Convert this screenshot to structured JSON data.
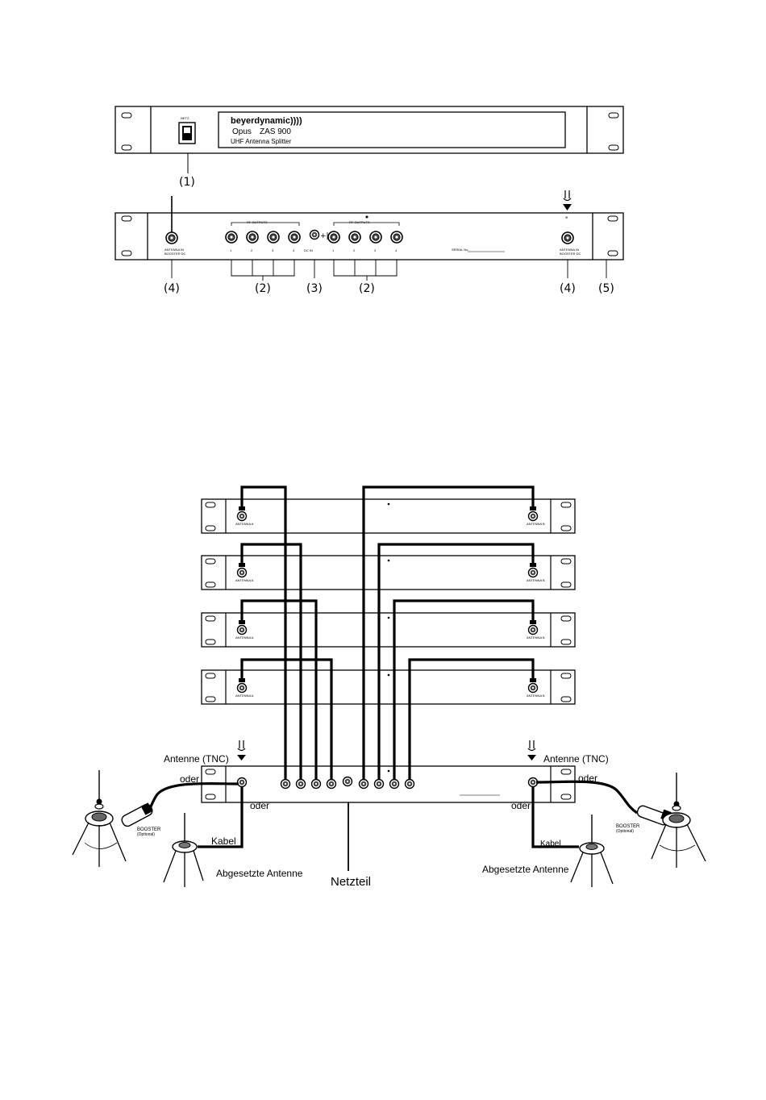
{
  "front_panel": {
    "power_label": "NETZ",
    "brand": "beyerdynamic))))",
    "model_prefix": "Opus",
    "model": "ZAS 900",
    "description": "UHF Antenna Splitter",
    "callout": "(1)"
  },
  "rear_panel": {
    "callouts": [
      "(4)",
      "(2)",
      "(3)",
      "(2)",
      "(4)",
      "(5)"
    ],
    "antenna_input_label": "ANTENNA IN",
    "antenna_input_sub": "BOOSTER DC",
    "output_group_label": "RF OUTPUTS",
    "output_numbers": [
      "1",
      "2",
      "3",
      "4"
    ],
    "power_label": "DC IN",
    "serial_label": "SERIAL No."
  },
  "receivers": {
    "count": 4,
    "left_input_label": "ANTENNA A",
    "right_input_label": "ANTENNA B"
  },
  "connection": {
    "antenna_tnc_left": "Antenne (TNC)",
    "antenna_tnc_right": "Antenne (TNC)",
    "oder_left_top": "oder",
    "oder_left_bottom": "oder",
    "oder_right_top": "oder",
    "oder_right_bottom": "oder",
    "kabel_left": "Kabel",
    "kabel_right": "Kabel",
    "remote_antenna_left": "Abgesetzte Antenne",
    "remote_antenna_right": "Abgesetzte Antenne",
    "booster_left": "BOOSTER",
    "booster_left_sub": "(Optional)",
    "booster_right": "BOOSTER",
    "booster_right_sub": "(Optional)",
    "power_supply": "Netzteil"
  }
}
